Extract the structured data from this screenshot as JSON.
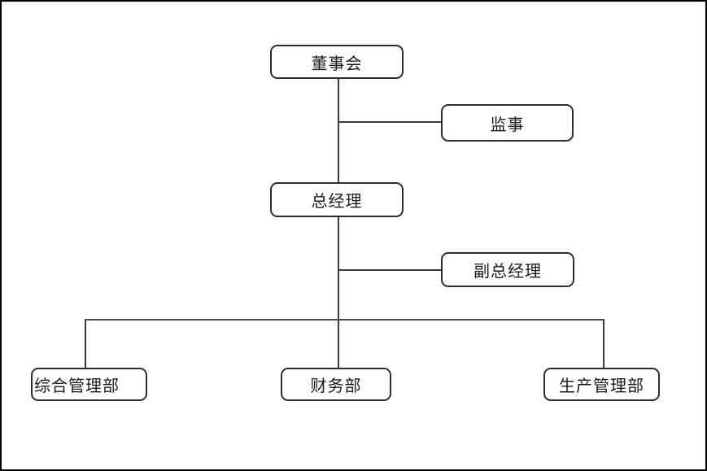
{
  "diagram": {
    "type": "org-chart",
    "colors": {
      "background": "#ffffff",
      "outer_frame": "#000000",
      "box_border": "#2e2e2e",
      "connector": "#3a3a3a",
      "text": "#1a1a1a"
    },
    "nodes": {
      "board": {
        "label": "董事会"
      },
      "supervisor": {
        "label": "监事"
      },
      "general_manager": {
        "label": "总经理"
      },
      "deputy_general_manager": {
        "label": "副总经理"
      },
      "general_admin_dept": {
        "label": "综合管理部"
      },
      "finance_dept": {
        "label": "财务部"
      },
      "production_dept": {
        "label": "生产管理部"
      }
    },
    "edges": [
      {
        "from": "board",
        "to": "supervisor"
      },
      {
        "from": "board",
        "to": "general_manager"
      },
      {
        "from": "general_manager",
        "to": "deputy_general_manager"
      },
      {
        "from": "general_manager",
        "to": "general_admin_dept"
      },
      {
        "from": "general_manager",
        "to": "finance_dept"
      },
      {
        "from": "general_manager",
        "to": "production_dept"
      }
    ]
  }
}
